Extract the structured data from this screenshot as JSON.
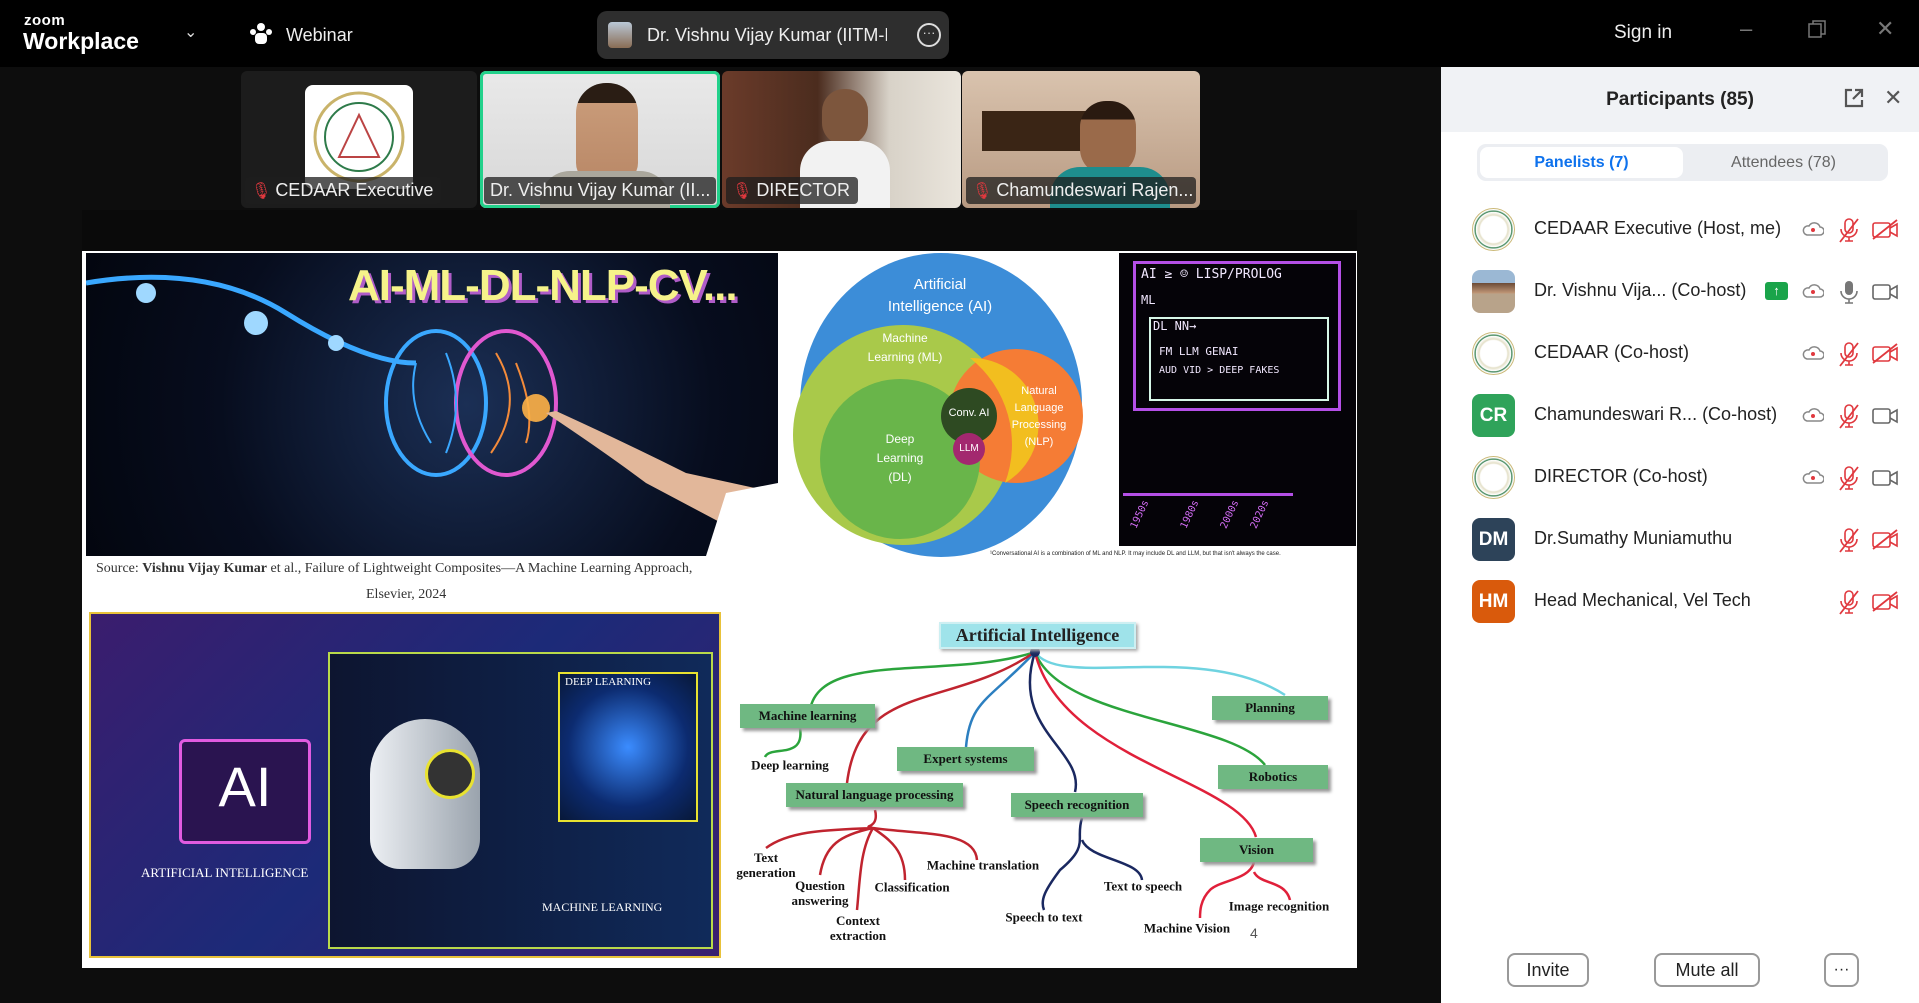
{
  "app": {
    "brand_small": "zoom",
    "brand_big": "Workplace",
    "mode_label": "Webinar",
    "active_speaker": "Dr. Vishnu Vijay Kumar (IITM-NU:",
    "sign_in": "Sign in"
  },
  "thumbnails": [
    {
      "name": "CEDAAR Executive",
      "muted": true
    },
    {
      "name": "Dr. Vishnu Vijay Kumar (II...",
      "muted": false,
      "active": true
    },
    {
      "name": "DIRECTOR",
      "muted": true
    },
    {
      "name": "Chamundeswari Rajen...",
      "muted": true
    }
  ],
  "slide": {
    "banner_title": "AI-ML-DL-NLP-CV...",
    "venn": {
      "ai": "Artificial Intelligence (AI)",
      "ml": "Machine Learning (ML)",
      "dl": "Deep Learning (DL)",
      "nlp": "Natural Language Processing (NLP)",
      "conv": "Conv. AI",
      "llm": "LLM"
    },
    "venn_footnote": "¹Conversational AI is a combination of ML and NLP. It may include DL and LLM, but that isn't always the case.",
    "whiteboard": {
      "line1": "AI ≥ ☺ LISP/PROLOG",
      "line2": "ML",
      "line3": "DL NN→",
      "line4": "FM  LLM  GENAI",
      "line5": "AUD VID > DEEP FAKES",
      "years": [
        "1950s",
        "1980s",
        "2000s",
        "2020s"
      ]
    },
    "source_prefix": "Source: ",
    "source_author": "Vishnu Vijay Kumar",
    "source_rest": " et al., Failure of Lightweight Composites—A Machine Learning Approach,",
    "source_line2": "Elsevier, 2024",
    "ai_chip": "AI",
    "ai_caption": "ARTIFICIAL INTELLIGENCE",
    "dl_caption": "DEEP LEARNING",
    "ml_caption": "MACHINE LEARNING",
    "mindmap": {
      "root": "Artificial Intelligence",
      "nodes": {
        "ml": "Machine learning",
        "es": "Expert systems",
        "nlp": "Natural language processing",
        "sr": "Speech recognition",
        "planning": "Planning",
        "robotics": "Robotics",
        "vision": "Vision"
      },
      "leaves": {
        "dl": "Deep learning",
        "tg": "Text generation",
        "qa": "Question answering",
        "ce": "Context extraction",
        "cl": "Classification",
        "mt": "Machine translation",
        "stt": "Speech to text",
        "tts": "Text to speech",
        "ir": "Image recognition",
        "mv": "Machine Vision"
      }
    },
    "page_number": "4"
  },
  "panel": {
    "title": "Participants (85)",
    "tab_panelists": "Panelists (7)",
    "tab_attendees": "Attendees (78)",
    "participants": [
      {
        "name": "CEDAAR Executive (Host, me)",
        "avatar": "seal",
        "cloud": true,
        "mic": "muted",
        "video": "off"
      },
      {
        "name": "Dr. Vishnu Vija...  (Co-host)",
        "avatar": "photo",
        "sharing": true,
        "cloud": true,
        "mic": "on",
        "video": "on"
      },
      {
        "name": "CEDAAR (Co-host)",
        "avatar": "seal",
        "cloud": true,
        "mic": "muted",
        "video": "off"
      },
      {
        "name": "Chamundeswari R...  (Co-host)",
        "avatar": "initials",
        "initials": "CR",
        "color": "#2fa35a",
        "cloud": true,
        "mic": "muted",
        "video": "on"
      },
      {
        "name": "DIRECTOR (Co-host)",
        "avatar": "seal",
        "cloud": true,
        "mic": "muted",
        "video": "on"
      },
      {
        "name": "Dr.Sumathy Muniamuthu",
        "avatar": "initials",
        "initials": "DM",
        "color": "#2d4359",
        "cloud": false,
        "mic": "muted",
        "video": "off"
      },
      {
        "name": "Head Mechanical, Vel Tech",
        "avatar": "initials",
        "initials": "HM",
        "color": "#d95a0c",
        "cloud": false,
        "mic": "muted",
        "video": "off"
      }
    ],
    "invite": "Invite",
    "mute_all": "Mute all",
    "more": "···"
  },
  "colors": {
    "accent_blue": "#0e72ed",
    "muted_red": "#e0383e",
    "active_green": "#23d18b"
  }
}
